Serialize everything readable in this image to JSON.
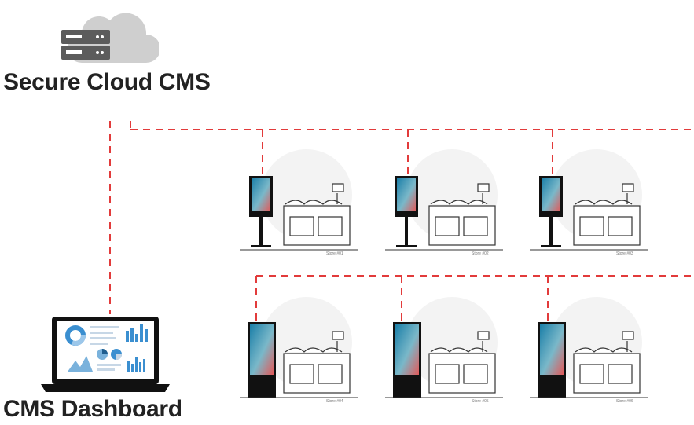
{
  "cloud": {
    "title": "Secure Cloud CMS",
    "icon": "cloud-server-icon"
  },
  "dashboard": {
    "title": "CMS Dashboard",
    "icon": "laptop-dashboard-icon"
  },
  "colors": {
    "network_line": "#e23b3b",
    "text": "#222222",
    "cloud": "#c9c9c9",
    "server": "#5a5a5a"
  },
  "stores": [
    {
      "label": "Store #01",
      "display": "kiosk-stand"
    },
    {
      "label": "Store #02",
      "display": "kiosk-stand"
    },
    {
      "label": "Store #03",
      "display": "kiosk-stand"
    },
    {
      "label": "Store #04",
      "display": "kiosk-floor"
    },
    {
      "label": "Store #05",
      "display": "kiosk-floor"
    },
    {
      "label": "Store #06",
      "display": "kiosk-floor"
    }
  ]
}
